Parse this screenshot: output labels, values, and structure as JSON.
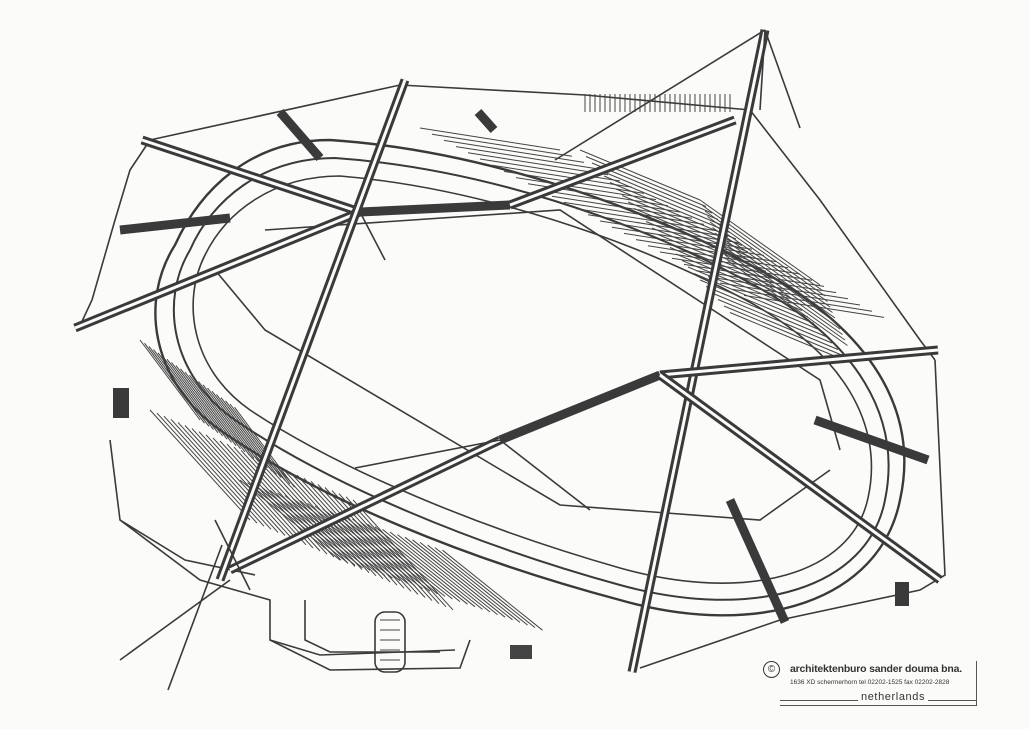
{
  "drawing": {
    "subject": "stadium-roof-structure"
  },
  "title_block": {
    "copyright_symbol": "©",
    "firm_name": "architektenburo sander douma bna.",
    "address": "1636 XD schermerhorn   tel 02202-1525   fax 02202-2828",
    "country": "netherlands"
  },
  "colors": {
    "ink": "#3a3a3a",
    "paper": "#fbfbf9"
  }
}
